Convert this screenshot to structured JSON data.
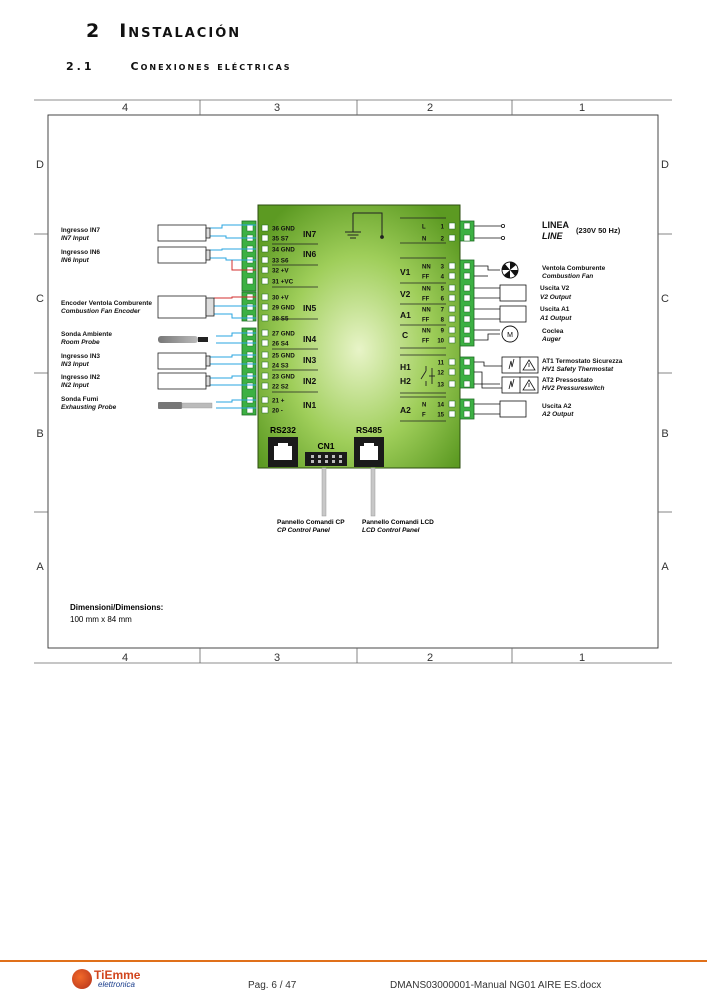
{
  "section": {
    "number": "2",
    "title": "Instalación"
  },
  "subsection": {
    "number": "2.1",
    "title": "Conexiones eléctricas"
  },
  "diagram": {
    "col_labels": [
      "4",
      "3",
      "2",
      "1"
    ],
    "row_labels": [
      "D",
      "C",
      "B",
      "A"
    ],
    "terminals_left": [
      {
        "label": "36 GND"
      },
      {
        "label": "35  S7"
      },
      {
        "label": "34 GND"
      },
      {
        "label": "33  S6"
      },
      {
        "label": "32  +V"
      },
      {
        "label": "31 +VC"
      },
      {
        "label": "30  +V"
      },
      {
        "label": "29 GND"
      },
      {
        "label": "28  S5"
      },
      {
        "label": "27 GND"
      },
      {
        "label": "26  S4"
      },
      {
        "label": "25 GND"
      },
      {
        "label": "24  S3"
      },
      {
        "label": "23 GND"
      },
      {
        "label": "22  S2"
      },
      {
        "label": "21   +"
      },
      {
        "label": "20   -"
      }
    ],
    "inputs": [
      "IN7",
      "IN6",
      "IN5",
      "IN4",
      "IN3",
      "IN2",
      "IN1"
    ],
    "terminals_right": [
      {
        "sig": "L",
        "num": "1"
      },
      {
        "sig": "N",
        "num": "2"
      },
      {
        "sig": "NN",
        "num": "3"
      },
      {
        "sig": "FF",
        "num": "4"
      },
      {
        "sig": "NN",
        "num": "5"
      },
      {
        "sig": "FF",
        "num": "6"
      },
      {
        "sig": "NN",
        "num": "7"
      },
      {
        "sig": "FF",
        "num": "8"
      },
      {
        "sig": "NN",
        "num": "9"
      },
      {
        "sig": "FF",
        "num": "10"
      },
      {
        "sig": "",
        "num": "11"
      },
      {
        "sig": "",
        "num": "12"
      },
      {
        "sig": "",
        "num": "13"
      },
      {
        "sig": "N",
        "num": "14"
      },
      {
        "sig": "F",
        "num": "15"
      }
    ],
    "outputs": [
      "V1",
      "V2",
      "A1",
      "C",
      "H1",
      "H2",
      "A2"
    ],
    "ports": {
      "rs232": "RS232",
      "cn1": "CN1",
      "rs485": "RS485"
    },
    "left_devices": [
      {
        "line1": "Ingresso IN7",
        "line2": "IN7 Input"
      },
      {
        "line1": "Ingresso IN6",
        "line2": "IN6 Input"
      },
      {
        "line1": "Encoder Ventola Comburente",
        "line2": "Combustion Fan Encoder"
      },
      {
        "line1": "Sonda Ambiente",
        "line2": "Room Probe"
      },
      {
        "line1": "Ingresso IN3",
        "line2": "IN3 Input"
      },
      {
        "line1": "Ingresso IN2",
        "line2": "IN2 Input"
      },
      {
        "line1": "Sonda Fumi",
        "line2": "Exhausting Probe"
      }
    ],
    "right_devices": {
      "linea": "LINEA",
      "line": "LINE",
      "linea_spec": "(230V 50 Hz)",
      "fan": {
        "line1": "Ventola Comburente",
        "line2": "Combustion Fan"
      },
      "v2": {
        "line1": "Uscita V2",
        "line2": "V2 Output"
      },
      "a1": {
        "line1": "Uscita A1",
        "line2": "A1 Output"
      },
      "auger": {
        "line1": "Coclea",
        "line2": "Auger"
      },
      "motor_symbol": "M",
      "at1": {
        "line1": "AT1 Termostato Sicurezza",
        "line2": "HV1 Safety Thermostat"
      },
      "at2": {
        "line1": "AT2 Pressostato",
        "line2": "HV2 Pressureswitch"
      },
      "a2": {
        "line1": "Uscita A2",
        "line2": "A2 Output"
      }
    },
    "panels": {
      "cp": {
        "line1": "Pannello Comandi CP",
        "line2": "CP Control Panel"
      },
      "lcd": {
        "line1": "Pannello Comandi LCD",
        "line2": "LCD Control Panel"
      }
    },
    "dimensions": {
      "title": "Dimensioni/Dimensions:",
      "value": "100 mm x 84 mm"
    }
  },
  "footer": {
    "logo_brand": "TiEmme",
    "logo_sub": "elettronica",
    "page": "Pag. 6 / 47",
    "doc": "DMANS03000001-Manual NG01 AIRE ES.docx"
  }
}
